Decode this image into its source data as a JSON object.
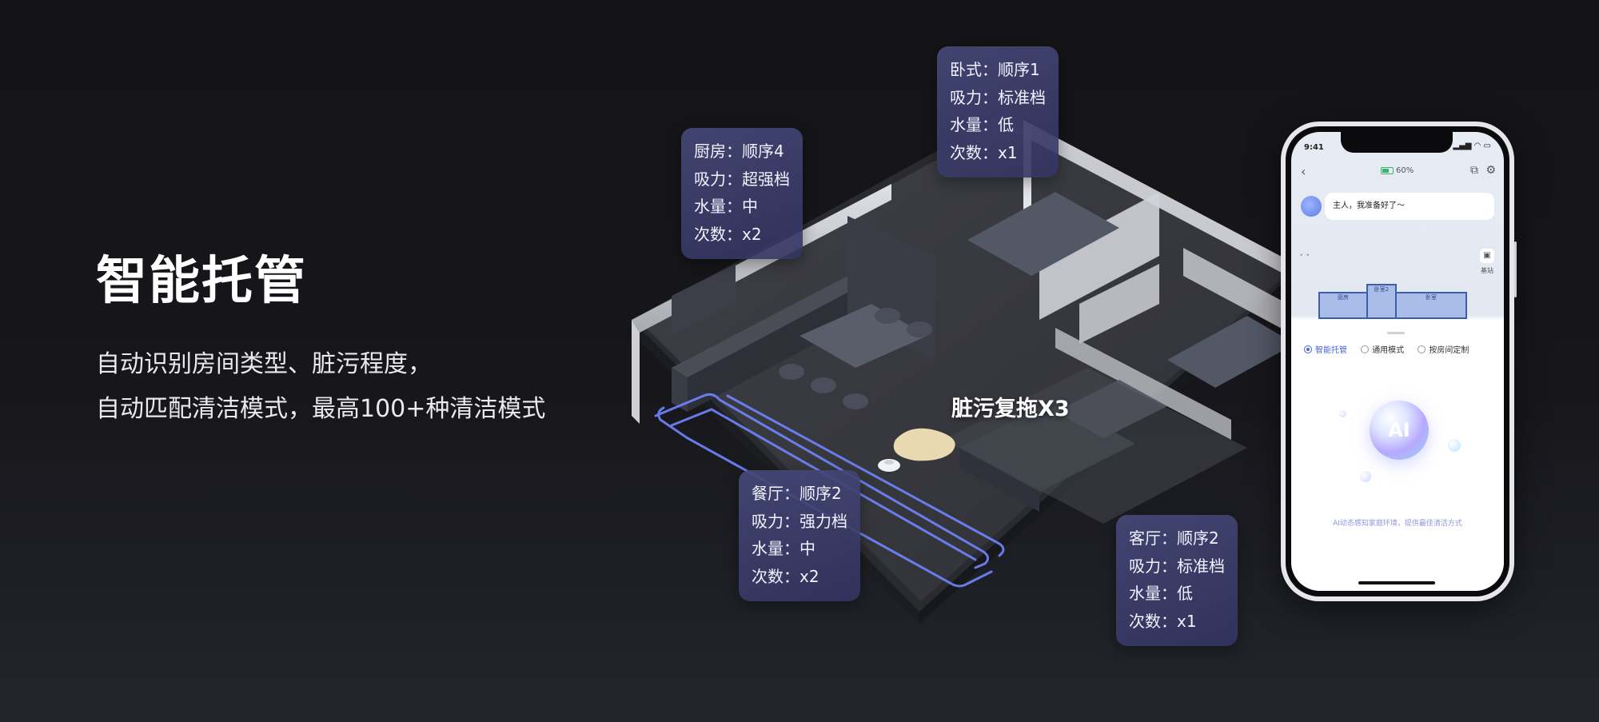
{
  "hero": {
    "title": "智能托管",
    "desc_line1": "自动识别房间类型、脏污程度，",
    "desc_line2": "自动匹配清洁模式，最高100+种清洁模式"
  },
  "scene": {
    "dirt_label": "脏污复拖X3",
    "cards": [
      {
        "id": "bedroom",
        "lines": [
          "卧式：顺序1",
          "吸力：标准档",
          "水量：低",
          "次数：x1"
        ]
      },
      {
        "id": "kitchen",
        "lines": [
          "厨房：顺序4",
          "吸力：超强档",
          "水量：中",
          "次数：x2"
        ]
      },
      {
        "id": "dining",
        "lines": [
          "餐厅：顺序2",
          "吸力：强力档",
          "水量：中",
          "次数：x2"
        ]
      },
      {
        "id": "living",
        "lines": [
          "客厅：顺序2",
          "吸力：标准档",
          "水量：低",
          "次数：x1"
        ]
      }
    ]
  },
  "phone": {
    "time": "9:41",
    "battery": "60%",
    "greeting": "主人，我准备好了～",
    "base_label": "基站",
    "map_rooms": [
      "厨房",
      "卧室2",
      "卧室"
    ],
    "modes": [
      "智能托管",
      "通用模式",
      "按房间定制"
    ],
    "active_mode": "智能托管",
    "orb_text": "AI",
    "hint": "AI动态感知家庭环境，提供最佳清洁方式"
  },
  "colors": {
    "card_bg": "#46487a",
    "accent": "#4a64d8",
    "path_line": "#6f86ff"
  }
}
